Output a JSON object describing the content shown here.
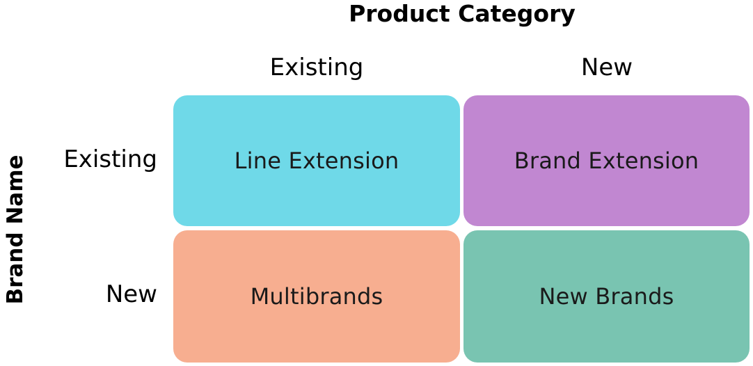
{
  "diagram": {
    "title": "Product Category",
    "title_visibility": "clipped-redacted",
    "axes": {
      "x_axis_title": "Product Category",
      "y_axis_title": "Brand Name",
      "column_headers": [
        "Existing",
        "New"
      ],
      "row_headers": [
        "Existing",
        "New"
      ]
    },
    "cells": [
      {
        "id": "line-extension",
        "label": "Line Extension",
        "row": "Existing",
        "column": "Existing",
        "color": "#6FD9E8"
      },
      {
        "id": "brand-extension",
        "label": "Brand Extension",
        "row": "Existing",
        "column": "New",
        "color": "#C187D1"
      },
      {
        "id": "multibrands",
        "label": "Multibrands",
        "row": "New",
        "column": "Existing",
        "color": "#F7AE90"
      },
      {
        "id": "new-brands",
        "label": "New Brands",
        "row": "New",
        "column": "New",
        "color": "#79C4B1"
      }
    ],
    "colors": {
      "background": "#FFFFFF",
      "text": "#1A1A1A",
      "redaction": "#000000",
      "cyan": "#6FD9E8",
      "purple": "#C187D1",
      "salmon": "#F7AE90",
      "teal": "#79C4B1"
    }
  }
}
